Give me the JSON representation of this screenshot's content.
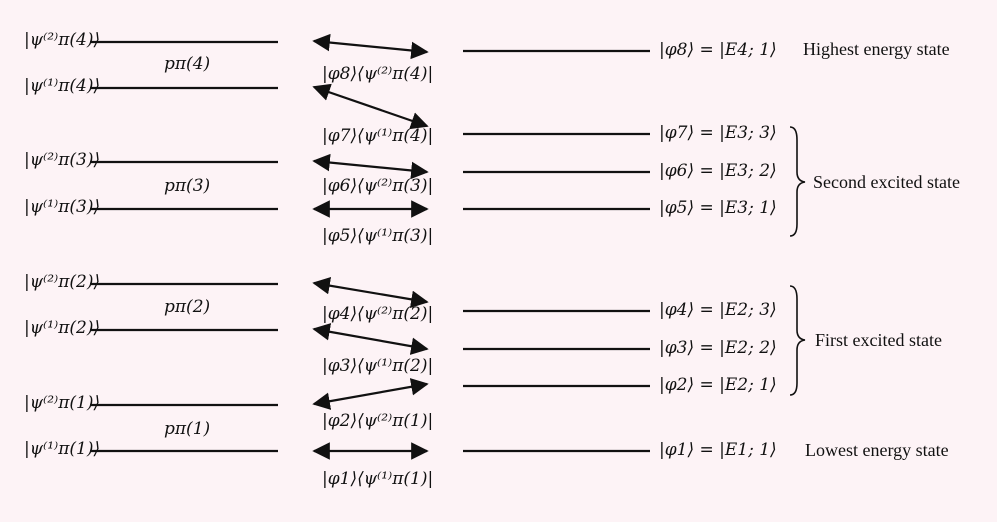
{
  "psi_labels": [
    "|ψ⁽²⁾π(4)⟩",
    "|ψ⁽¹⁾π(4)⟩",
    "|ψ⁽²⁾π(3)⟩",
    "|ψ⁽¹⁾π(3)⟩",
    "|ψ⁽²⁾π(2)⟩",
    "|ψ⁽¹⁾π(2)⟩",
    "|ψ⁽²⁾π(1)⟩",
    "|ψ⁽¹⁾π(1)⟩"
  ],
  "p_labels": [
    "pπ(4)",
    "pπ(3)",
    "pπ(2)",
    "pπ(1)"
  ],
  "projector_labels": [
    "|φ8⟩⟨ψ⁽²⁾π(4)|",
    "|φ7⟩⟨ψ⁽¹⁾π(4)|",
    "|φ6⟩⟨ψ⁽²⁾π(3)|",
    "|φ5⟩⟨ψ⁽¹⁾π(3)|",
    "|φ4⟩⟨ψ⁽²⁾π(2)|",
    "|φ3⟩⟨ψ⁽¹⁾π(2)|",
    "|φ2⟩⟨ψ⁽²⁾π(1)|",
    "|φ1⟩⟨ψ⁽¹⁾π(1)|"
  ],
  "phi_labels": [
    "|φ8⟩ = |E4; 1⟩",
    "|φ7⟩ = |E3; 3⟩",
    "|φ6⟩ = |E3; 2⟩",
    "|φ5⟩ = |E3; 1⟩",
    "|φ4⟩ = |E2; 3⟩",
    "|φ3⟩ = |E2; 2⟩",
    "|φ2⟩ = |E2; 1⟩",
    "|φ1⟩ = |E1; 1⟩"
  ],
  "state_descriptions": {
    "highest": "Highest energy state",
    "second": "Second excited state",
    "first": "First excited state",
    "lowest": "Lowest energy state"
  }
}
